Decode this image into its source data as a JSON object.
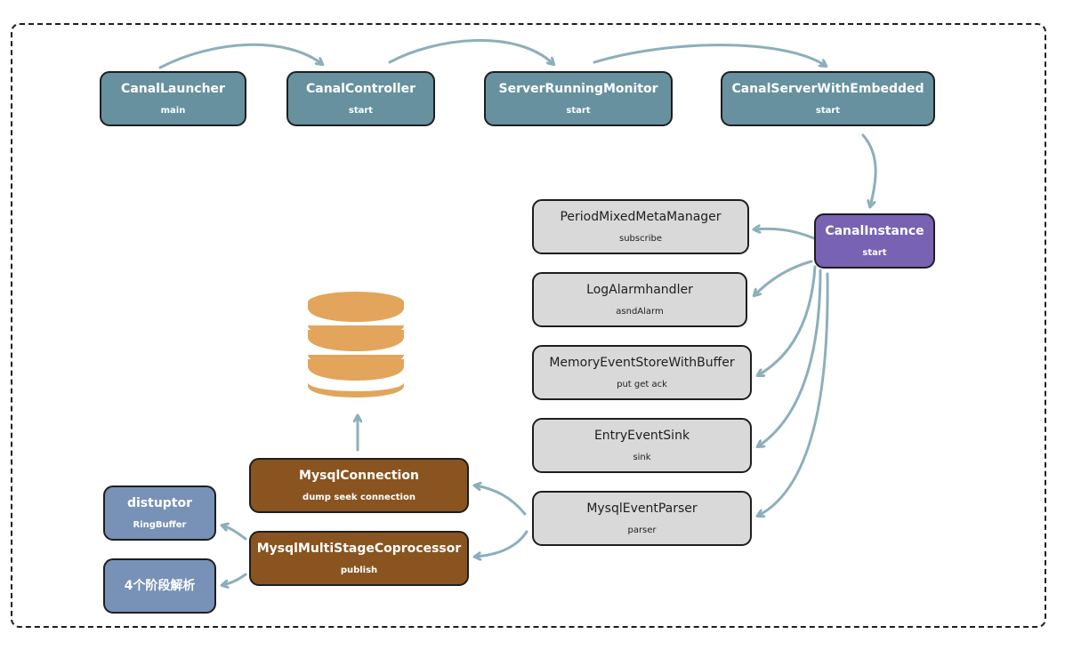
{
  "nodes": {
    "canal_launcher": {
      "title": "CanalLauncher",
      "sub": "main"
    },
    "canal_controller": {
      "title": "CanalController",
      "sub": "start"
    },
    "server_running_monitor": {
      "title": "ServerRunningMonitor",
      "sub": "start"
    },
    "canal_server_with_embedded": {
      "title": "CanalServerWithEmbedded",
      "sub": "start"
    },
    "canal_instance": {
      "title": "CanalInstance",
      "sub": "start"
    },
    "period_mixed_meta_manager": {
      "title": "PeriodMixedMetaManager",
      "sub": "subscribe"
    },
    "log_alarm_handler": {
      "title": "LogAlarmhandler",
      "sub": "asndAlarm"
    },
    "memory_event_store": {
      "title": "MemoryEventStoreWithBuffer",
      "sub": "put get ack"
    },
    "entry_event_sink": {
      "title": "EntryEventSink",
      "sub": "sink"
    },
    "mysql_event_parser": {
      "title": "MysqlEventParser",
      "sub": "parser"
    },
    "mysql_connection": {
      "title": "MysqlConnection",
      "sub": "dump seek connection"
    },
    "mysql_multistage": {
      "title": "MysqlMultiStageCoprocessor",
      "sub": "publish"
    },
    "disruptor": {
      "title": "distuptor",
      "sub": "RingBuffer"
    },
    "four_stage": {
      "title": "4个阶段解析"
    }
  },
  "icons": {
    "database": "database-icon"
  },
  "colors": {
    "teal": "#67919f",
    "purple": "#7762b3",
    "grey": "#d9d9d9",
    "brown": "#89541f",
    "slate": "#7891b6",
    "database": "#e2a55b",
    "arrow": "#8cafbb"
  }
}
